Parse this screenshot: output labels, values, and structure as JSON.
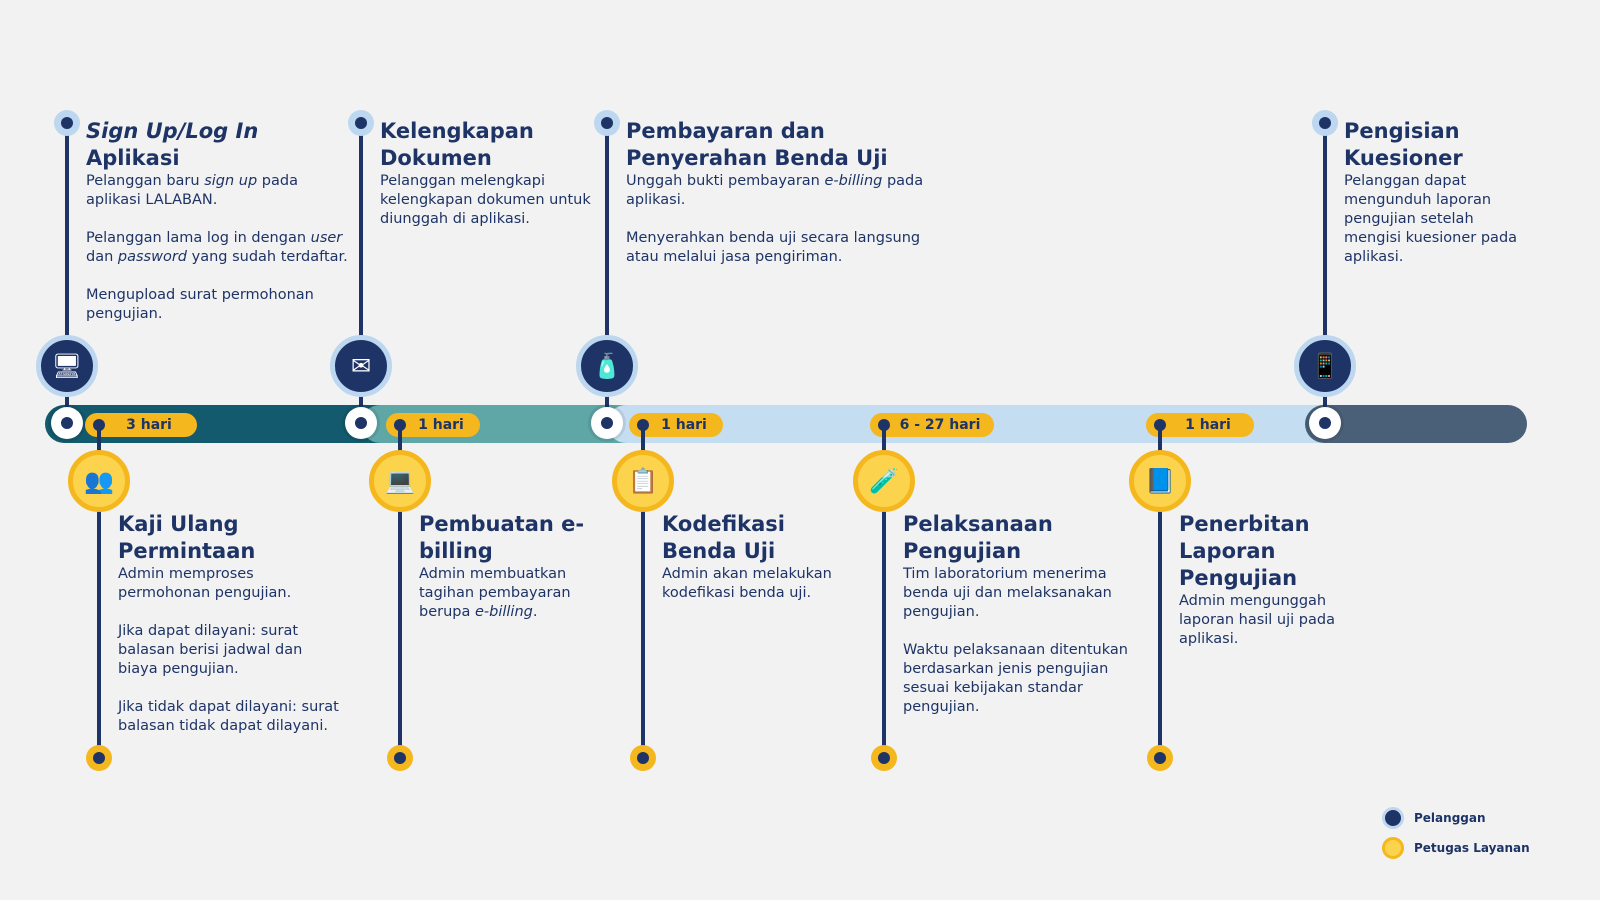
{
  "colors": {
    "navy": "#1e3466",
    "dark_teal": "#145a6e",
    "teal": "#5fa6a6",
    "light_blue": "#c5ddf0",
    "slate": "#4a6078",
    "yellow": "#f5b71e",
    "background": "#f2f2f2"
  },
  "top_steps": [
    {
      "title": [
        {
          "t": "Sign Up/Log In",
          "i": true
        },
        {
          "t": " Aplikasi"
        }
      ],
      "icon": "computer-monitor-icon",
      "paragraphs": [
        [
          {
            "t": "Pelanggan baru "
          },
          {
            "t": "sign up",
            "i": true
          },
          {
            "t": " pada aplikasi LALABAN."
          }
        ],
        [
          {
            "t": "Pelanggan lama log in dengan "
          },
          {
            "t": "user",
            "i": true
          },
          {
            "t": " dan "
          },
          {
            "t": "password",
            "i": true
          },
          {
            "t": " yang sudah terdaftar."
          }
        ],
        [
          {
            "t": "Mengupload surat permohonan pengujian."
          }
        ]
      ]
    },
    {
      "title": [
        {
          "t": "Kelengkapan Dokumen"
        }
      ],
      "icon": "envelope-document-icon",
      "paragraphs": [
        [
          {
            "t": "Pelanggan melengkapi kelengkapan dokumen untuk diunggah di aplikasi."
          }
        ]
      ]
    },
    {
      "title": [
        {
          "t": "Pembayaran dan Penyerahan Benda Uji"
        }
      ],
      "icon": "sample-container-icon",
      "paragraphs": [
        [
          {
            "t": "Unggah bukti pembayaran "
          },
          {
            "t": "e-billing",
            "i": true
          },
          {
            "t": " pada aplikasi."
          }
        ],
        [
          {
            "t": "Menyerahkan benda uji secara langsung atau melalui jasa pengiriman."
          }
        ]
      ]
    },
    {
      "title": [
        {
          "t": "Pengisian Kuesioner"
        }
      ],
      "icon": "phone-questionnaire-icon",
      "paragraphs": [
        [
          {
            "t": "Pelanggan dapat mengunduh laporan pengujian setelah mengisi kuesioner pada aplikasi."
          }
        ]
      ]
    }
  ],
  "bottom_steps": [
    {
      "duration": "3 hari",
      "title": [
        {
          "t": "Kaji Ulang Permintaan"
        }
      ],
      "icon": "admin-review-icon",
      "paragraphs": [
        [
          {
            "t": "Admin memproses permohonan pengujian."
          }
        ],
        [
          {
            "t": "Jika dapat dilayani: surat balasan berisi jadwal dan biaya pengujian."
          }
        ],
        [
          {
            "t": "Jika tidak dapat dilayani: surat balasan tidak dapat dilayani."
          }
        ]
      ]
    },
    {
      "duration": "1 hari",
      "title": [
        {
          "t": "Pembuatan e-billing"
        }
      ],
      "icon": "monitor-icon",
      "paragraphs": [
        [
          {
            "t": "Admin membuatkan tagihan pembayaran berupa "
          },
          {
            "t": "e-billing",
            "i": true
          },
          {
            "t": "."
          }
        ]
      ]
    },
    {
      "duration": "1 hari",
      "title": [
        {
          "t": "Kodefikasi Benda Uji"
        }
      ],
      "icon": "checklist-clipboard-icon",
      "paragraphs": [
        [
          {
            "t": "Admin akan melakukan kodefikasi benda uji."
          }
        ]
      ]
    },
    {
      "duration": "6 - 27 hari",
      "title": [
        {
          "t": "Pelaksanaan Pengujian"
        }
      ],
      "icon": "lab-technicians-icon",
      "paragraphs": [
        [
          {
            "t": "Tim laboratorium menerima benda uji dan melaksanakan pengujian."
          }
        ],
        [
          {
            "t": "Waktu pelaksanaan ditentukan berdasarkan jenis pengujian sesuai kebijakan standar pengujian."
          }
        ]
      ]
    },
    {
      "duration": "1 hari",
      "title": [
        {
          "t": "Penerbitan Laporan Pengujian"
        }
      ],
      "icon": "report-book-icon",
      "paragraphs": [
        [
          {
            "t": "Admin mengunggah laporan hasil uji pada aplikasi."
          }
        ]
      ]
    }
  ],
  "legend": [
    {
      "label": "Pelanggan",
      "color": "#1e3466"
    },
    {
      "label": "Petugas Layanan",
      "color": "#fcd34d"
    }
  ]
}
